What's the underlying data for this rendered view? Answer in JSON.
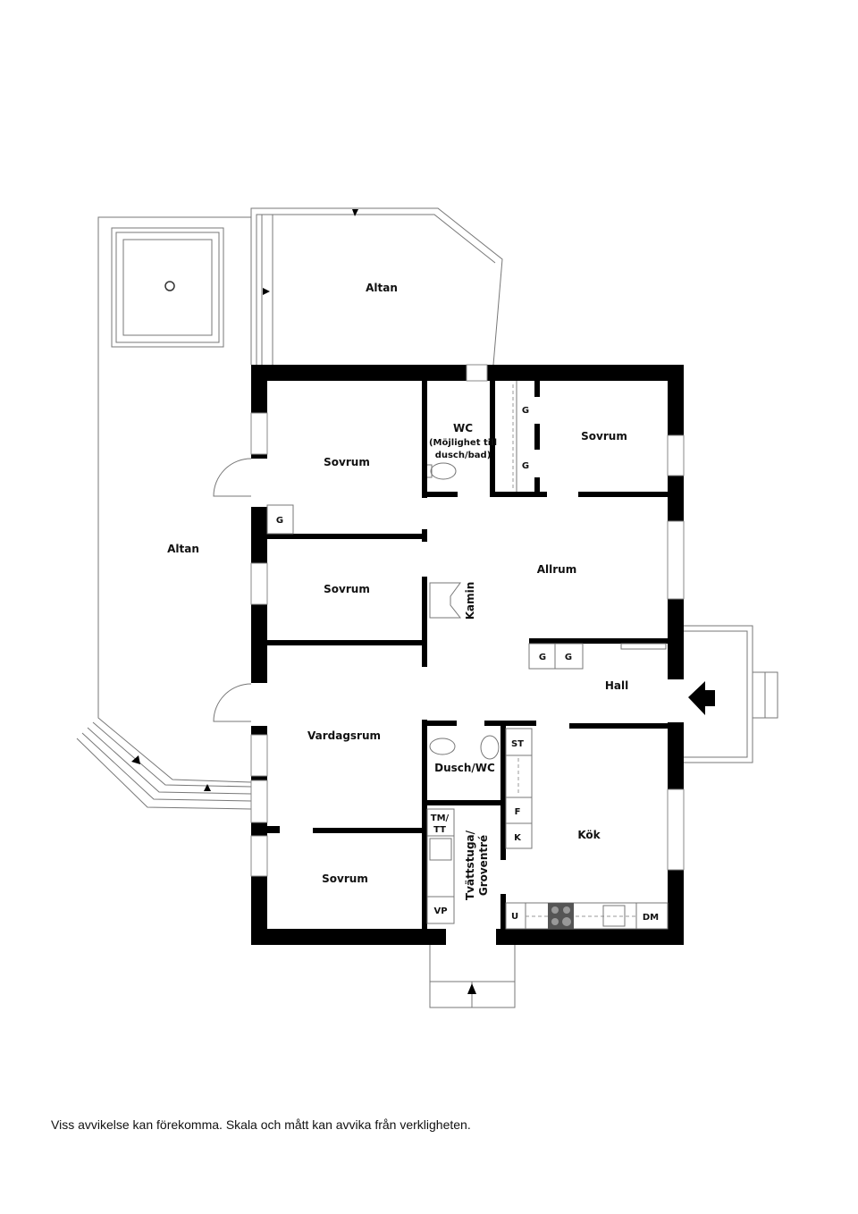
{
  "rooms": {
    "altan_top": "Altan",
    "altan_left": "Altan",
    "sovrum_nw": "Sovrum",
    "wc_title": "WC",
    "wc_note_1": "(Möjlighet till",
    "wc_note_2": "dusch/bad)",
    "sovrum_ne": "Sovrum",
    "sovrum_mid": "Sovrum",
    "allrum": "Allrum",
    "kamin": "Kamin",
    "hall": "Hall",
    "vardagsrum": "Vardagsrum",
    "dusch_wc": "Dusch/WC",
    "kok": "Kök",
    "tvattstuga_1": "Tvättstuga/",
    "tvattstuga_2": "Groventré",
    "sovrum_sw": "Sovrum"
  },
  "fixtures": {
    "g_closet_1": "G",
    "g_closet_2": "G",
    "g_sovrum": "G",
    "g_hall_1": "G",
    "g_hall_2": "G",
    "st": "ST",
    "f": "F",
    "k": "K",
    "tm": "TM/",
    "tt": "TT",
    "vp": "VP",
    "u": "U",
    "dm": "DM"
  },
  "footer": "Viss avvikelse kan förekomma. Skala och mått kan avvika från verkligheten."
}
